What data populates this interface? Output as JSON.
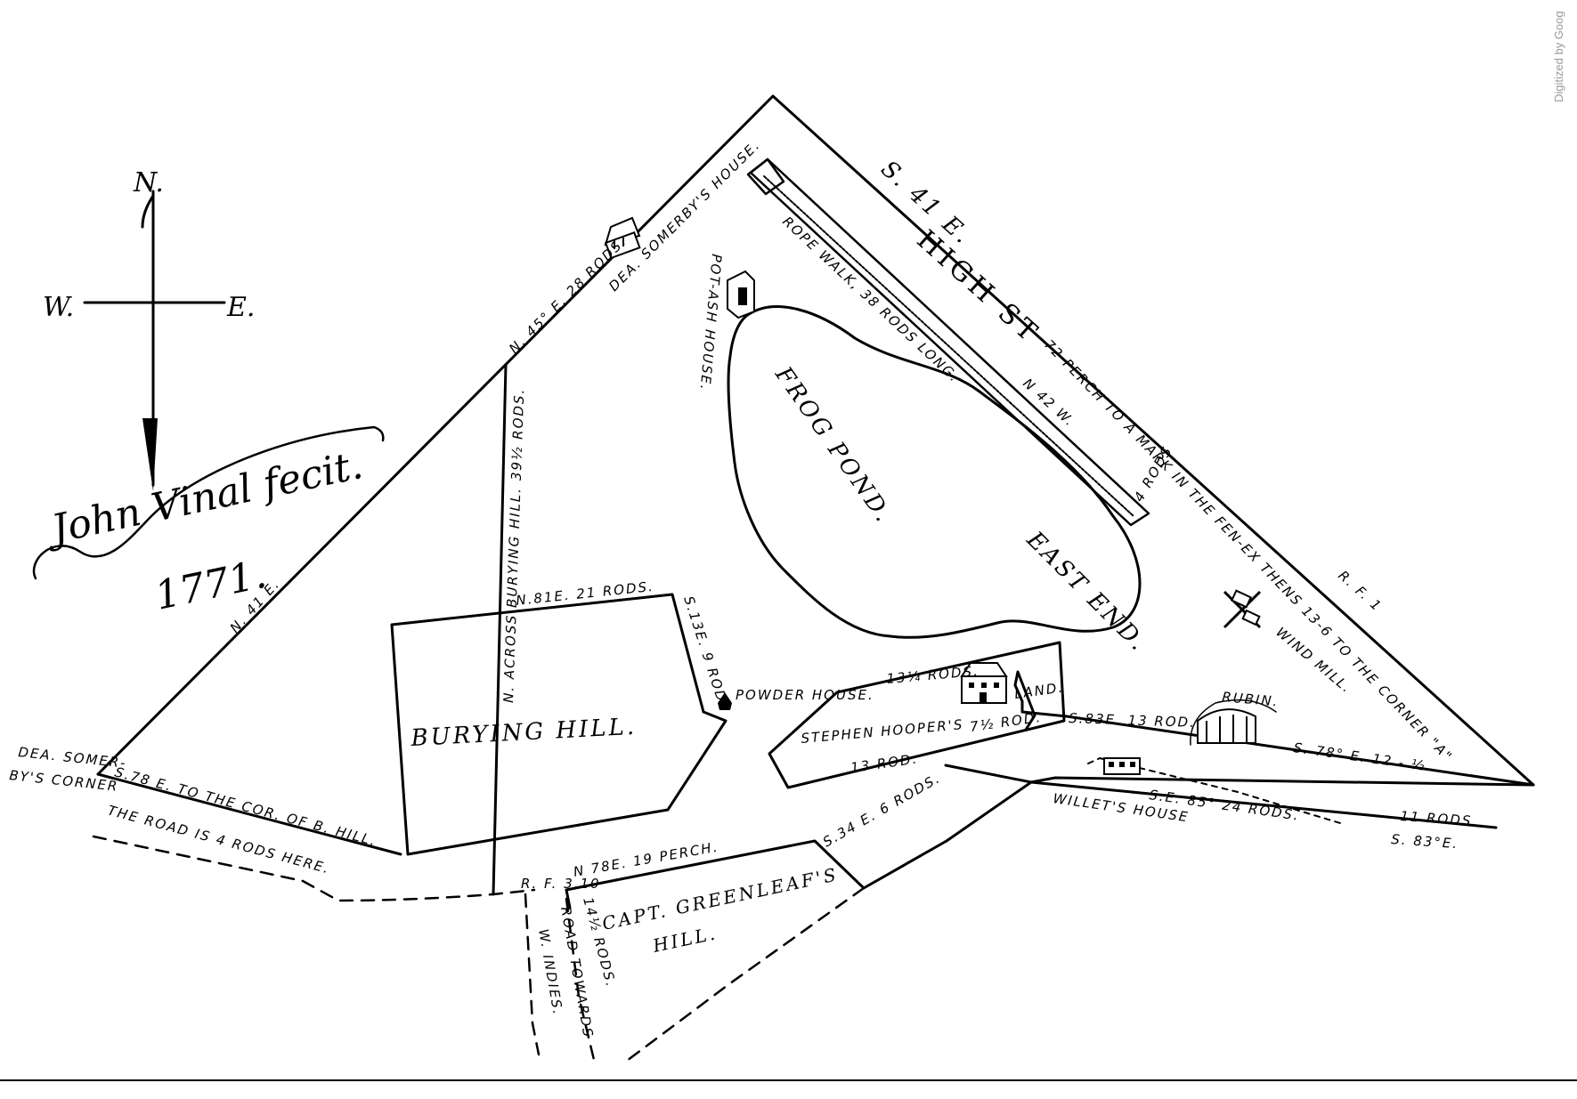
{
  "compass": {
    "north": "N.",
    "west": "W.",
    "east": "E."
  },
  "signature": {
    "name": "John Vinal fecit.",
    "year": "1771."
  },
  "watermark": "Digitized by Goog",
  "bearings": {
    "high_st_top": "S. 41 E.",
    "north_boundary": "N. 45° E. 28 RODS.",
    "west_boundary": "N. 41 E.",
    "high_st_east": "72 PERCH TO A MARK IN THE FEN-EX THENS 13-6 TO THE CORNER \"A\"",
    "r_f_corner": "R. F. 1",
    "high_st_dir": "N 42 W.",
    "rope_walk_end": "4 RODS",
    "across_burying_hill": "N. ACROSS BURYING HILL. 39½ RODS.",
    "burying_hill_top": "N.81E. 21 RODS.",
    "burying_hill_east": "S.13E. 9 ROD.",
    "hooper_east": "S.83E. 13 ROD.",
    "rubin_south": "S. 78° E.  12 - ½",
    "willet_line": "S.E. 85° 24 RODS.",
    "eleven_rods": "11 RODS.",
    "south_83": "S. 83°E.",
    "corner_line": "S.78 E. TO THE COR. OF B. HILL.",
    "greenleaf_north": "N 78E.  19 PERCH.",
    "greenleaf_east": "S.34 E. 6 RODS.",
    "rf_310": "R. F.\n3.10",
    "road_rods": "14½ RODS."
  },
  "labels": {
    "high_st": "HIGH ST",
    "rope_walk": "ROPE WALK, 38 RODS LONG.",
    "frog_pond": "FROG POND.",
    "east_end": "EAST END.",
    "somerby_house": "DEA. SOMERBY'S HOUSE.",
    "potash_house": "POT-ASH HOUSE.",
    "burying_hill": "BURYING HILL.",
    "powder_house": "POWDER HOUSE.",
    "stephen_hooper": "STEPHEN HOOPER'S",
    "land": "LAND.",
    "hooper_134": "13¼ RODS.",
    "hooper_7half": "7½ ROD.",
    "hooper_13": "13 ROD.",
    "rubin": "RUBIN.",
    "wind_mill": "WIND MILL.",
    "willets_house": "WILLET'S HOUSE",
    "somerby_corner_1": "DEA. SOMER-",
    "somerby_corner_2": "BY'S CORNER",
    "road_4_rods": "THE ROAD IS 4 RODS HERE.",
    "greenleaf_1": "CAPT. GREENLEAF'S",
    "greenleaf_2": "HILL.",
    "road_towards": "ROAD TOWARDS",
    "w_indies": "W. INDIES."
  }
}
